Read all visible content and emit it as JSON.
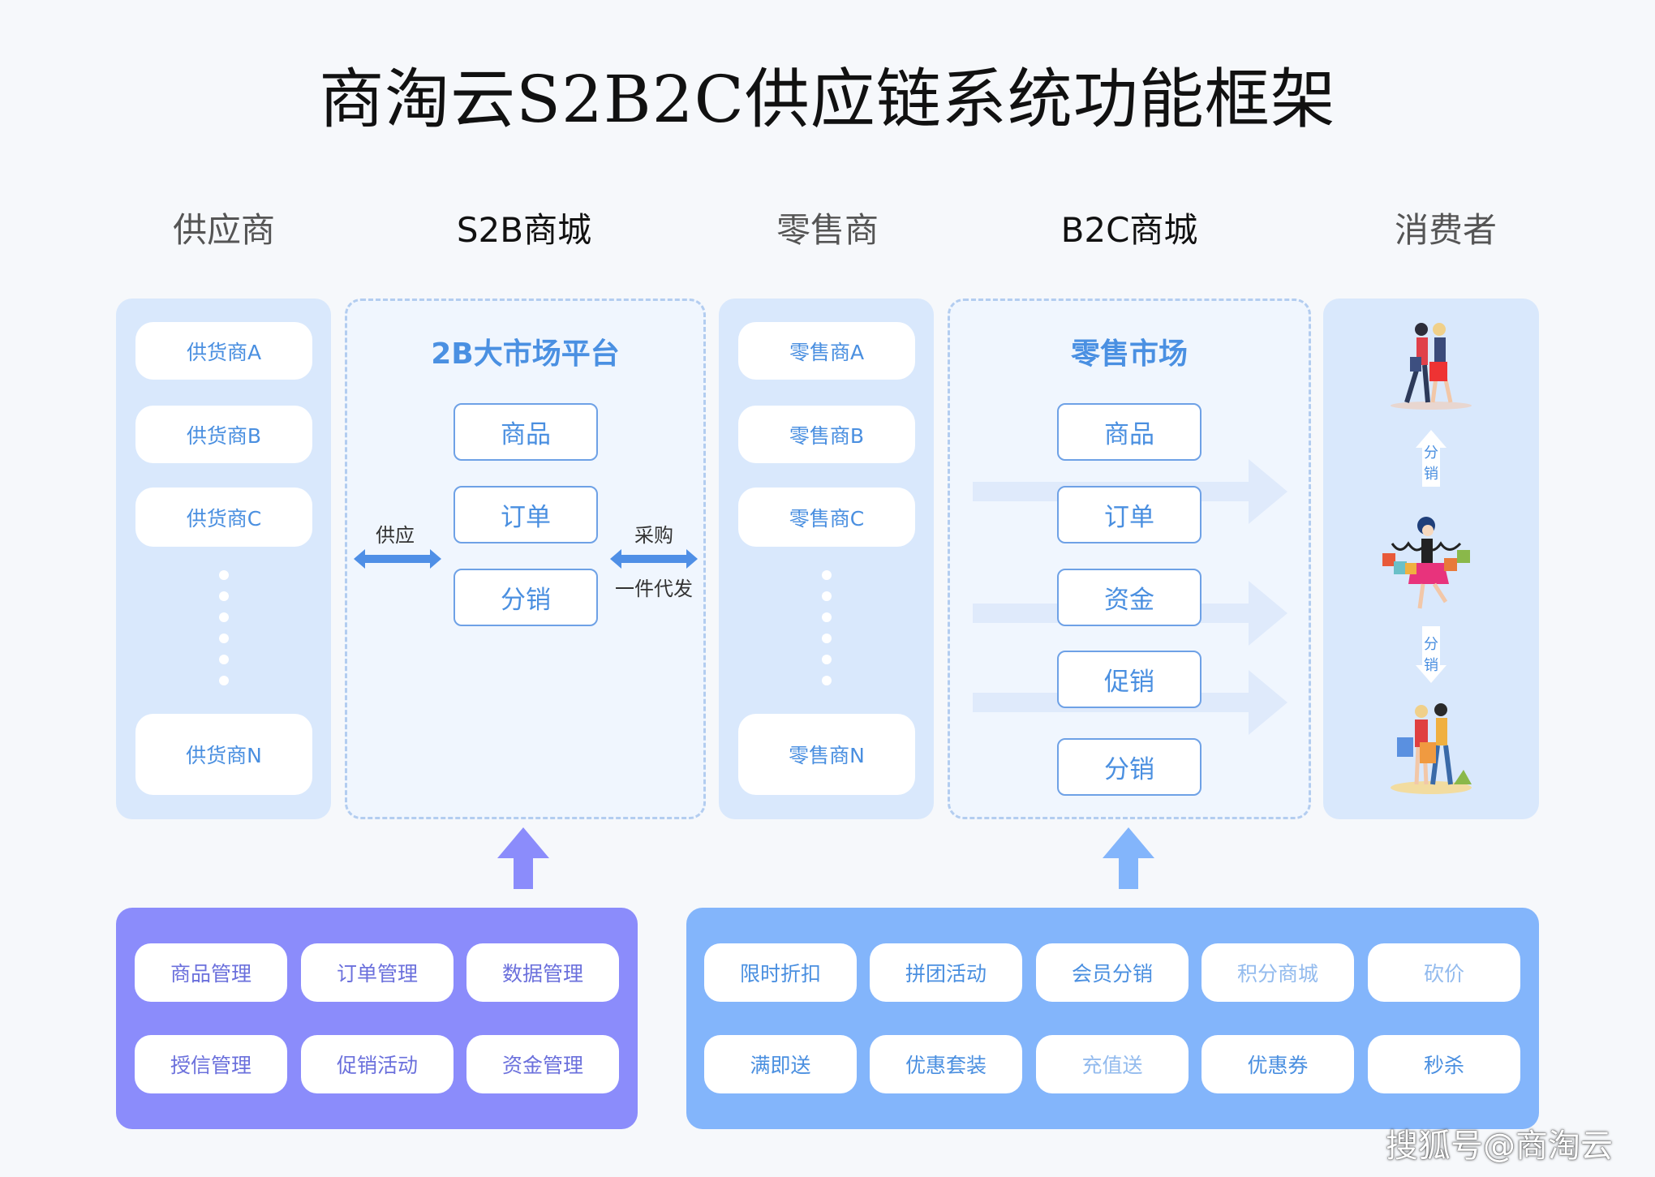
{
  "title": "商淘云S2B2C供应链系统功能框架",
  "columns": [
    "供应商",
    "S2B商城",
    "零售商",
    "B2C商城",
    "消费者"
  ],
  "suppliers": [
    "供货商A",
    "供货商B",
    "供货商C",
    "供货商N"
  ],
  "s2b": {
    "title": "2B大市场平台",
    "items": [
      "商品",
      "订单",
      "分销"
    ],
    "left_label": "供应",
    "right_label_top": "采购",
    "right_label_bottom": "一件代发"
  },
  "retailers": [
    "零售商A",
    "零售商B",
    "零售商C",
    "零售商N"
  ],
  "b2c": {
    "title": "零售市场",
    "items": [
      "商品",
      "订单",
      "资金",
      "促销",
      "分销"
    ]
  },
  "consumer": {
    "up_label": [
      "分",
      "销"
    ],
    "down_label": [
      "分",
      "销"
    ]
  },
  "s2b_features": [
    "商品管理",
    "订单管理",
    "数据管理",
    "授信管理",
    "促销活动",
    "资金管理"
  ],
  "b2c_features": [
    "限时折扣",
    "拼团活动",
    "会员分销",
    "积分商城",
    "砍价",
    "满即送",
    "优惠套装",
    "充值送",
    "优惠券",
    "秒杀"
  ],
  "watermark": "搜狐号@商淘云",
  "colors": {
    "light_panel": "#d9e8fc",
    "accent_blue": "#4a90e2",
    "purple": "#8b8cfb",
    "blue_panel": "#83b5fb"
  }
}
